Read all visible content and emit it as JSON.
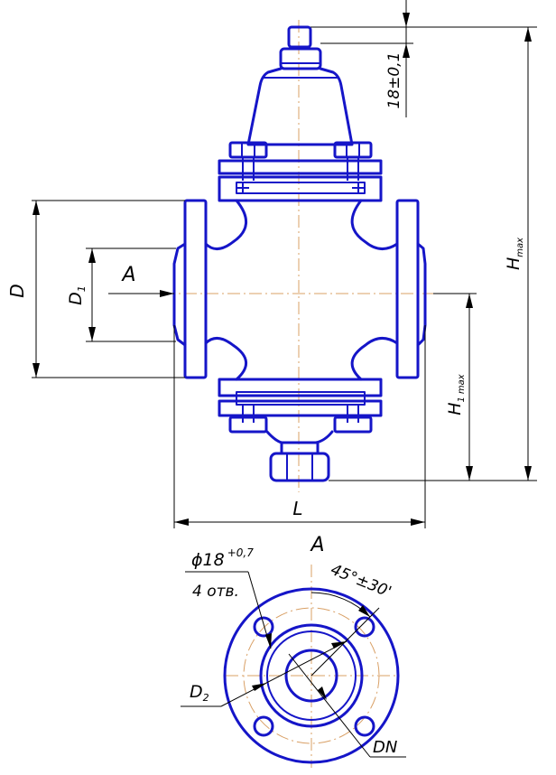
{
  "labels": {
    "dim_l": "L",
    "dim_d": "D",
    "dim_d1": "D",
    "dim_d1_sub": "1",
    "dim_h": "H",
    "dim_h_sub": "max",
    "dim_h1": "H",
    "dim_h1_sub1": "1",
    "dim_h1_sub2": "max",
    "dim_18": "18±0,1",
    "view_arrow": "A",
    "view_title": "A",
    "hole_dia": "ϕ18",
    "hole_tol": "+0,7",
    "holes_count": "4 отв.",
    "angle": "45°±30'",
    "dim_d2": "D",
    "dim_d2_sub": "2",
    "dim_dn": "DN"
  },
  "colors": {
    "body": "#1515c8",
    "dimension": "#000000",
    "axis": "#d9a066"
  }
}
